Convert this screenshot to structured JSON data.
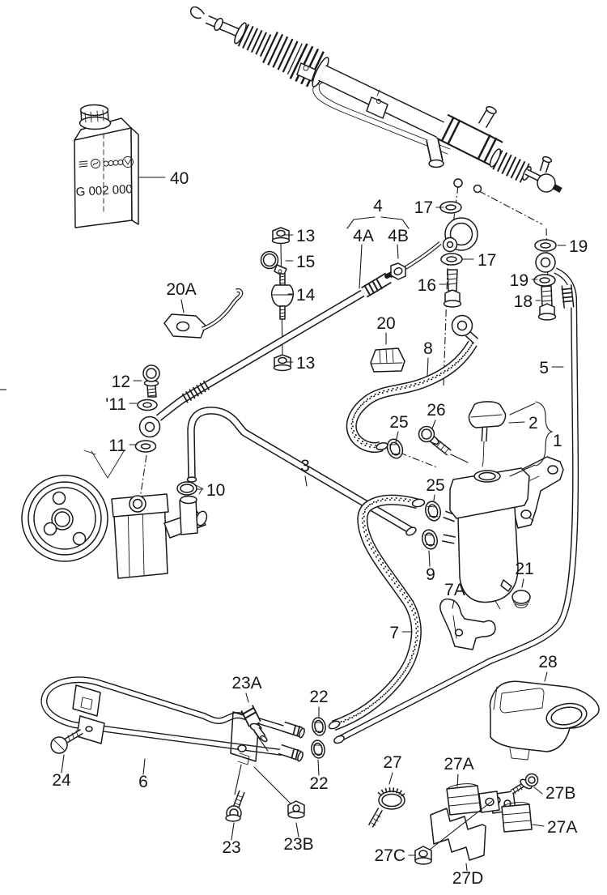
{
  "diagram": {
    "bottle": {
      "part_code": "G 002 000"
    },
    "callouts": {
      "n40": "40",
      "n4": "4",
      "n4A": "4A",
      "n4B": "4B",
      "n17a": "17",
      "n17b": "17",
      "n16": "16",
      "n19a": "19",
      "n19b": "19",
      "n18": "18",
      "n5": "5",
      "n13a": "13",
      "n15": "15",
      "n14": "14",
      "n13b": "13",
      "n20A": "20A",
      "n20": "20",
      "n8": "8",
      "n12": "12",
      "n11a": "'11",
      "n11b": "11",
      "n10": "10",
      "n26": "26",
      "n25a": "25",
      "n25b": "25",
      "n2": "2",
      "n1": "1",
      "n3": "3",
      "n9": "9",
      "n21": "21",
      "n7A": "7A",
      "n7": "7",
      "n28": "28",
      "n23A": "23A",
      "n22a": "22",
      "n22b": "22",
      "n24": "24",
      "n6": "6",
      "n23": "23",
      "n23B": "23B",
      "n27": "27",
      "n27Aa": "27A",
      "n27B": "27B",
      "n27Ab": "27A",
      "n27C": "27C",
      "n27D": "27D"
    }
  }
}
